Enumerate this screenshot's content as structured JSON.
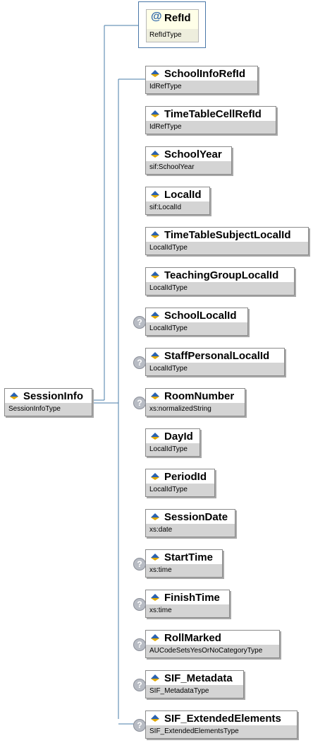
{
  "root": {
    "name": "SessionInfo",
    "type": "SessionInfoType"
  },
  "attribute": {
    "name": "RefId",
    "type": "RefIdType",
    "icon": "@"
  },
  "elements": [
    {
      "name": "SchoolInfoRefId",
      "type": "IdRefType",
      "optional": false
    },
    {
      "name": "TimeTableCellRefId",
      "type": "IdRefType",
      "optional": false
    },
    {
      "name": "SchoolYear",
      "type": "sif:SchoolYear",
      "optional": false
    },
    {
      "name": "LocalId",
      "type": "sif:LocalId",
      "optional": false
    },
    {
      "name": "TimeTableSubjectLocalId",
      "type": "LocalIdType",
      "optional": false
    },
    {
      "name": "TeachingGroupLocalId",
      "type": "LocalIdType",
      "optional": false
    },
    {
      "name": "SchoolLocalId",
      "type": "LocalIdType",
      "optional": true
    },
    {
      "name": "StaffPersonalLocalId",
      "type": "LocalIdType",
      "optional": true
    },
    {
      "name": "RoomNumber",
      "type": "xs:normalizedString",
      "optional": true
    },
    {
      "name": "DayId",
      "type": "LocalIdType",
      "optional": false
    },
    {
      "name": "PeriodId",
      "type": "LocalIdType",
      "optional": false
    },
    {
      "name": "SessionDate",
      "type": "xs:date",
      "optional": false
    },
    {
      "name": "StartTime",
      "type": "xs:time",
      "optional": true
    },
    {
      "name": "FinishTime",
      "type": "xs:time",
      "optional": true
    },
    {
      "name": "RollMarked",
      "type": "AUCodeSetsYesOrNoCategoryType",
      "optional": true
    },
    {
      "name": "SIF_Metadata",
      "type": "SIF_MetadataType",
      "optional": true
    },
    {
      "name": "SIF_ExtendedElements",
      "type": "SIF_ExtendedElementsType",
      "optional": true
    }
  ],
  "colors": {
    "connector": "#4a7ea8",
    "type_band": "#d4d4d4",
    "attribute_fill": "#ffffe8"
  },
  "icons": {
    "element": "element-diamond-icon",
    "optional": "question-mark-icon",
    "attribute": "at-sign-icon"
  }
}
